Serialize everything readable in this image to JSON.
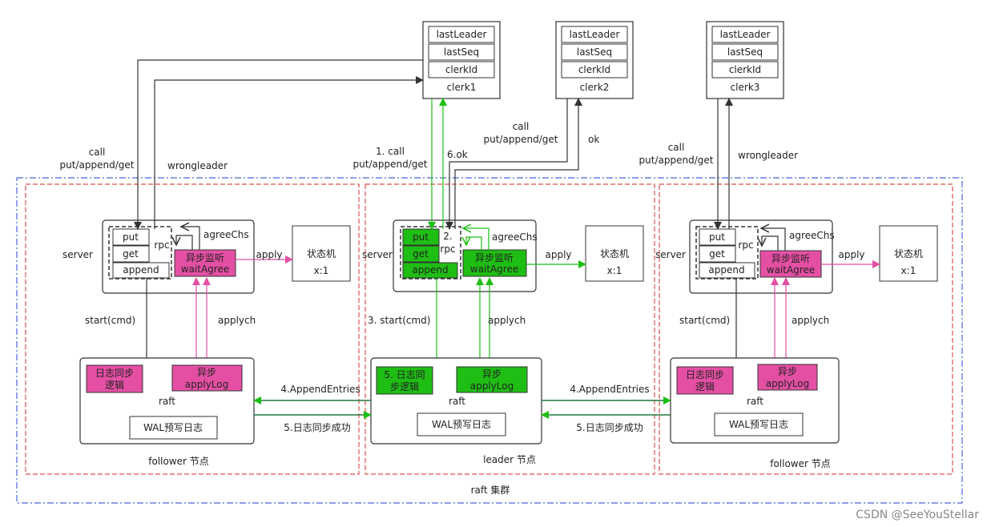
{
  "cluster": {
    "label": "raft 集群"
  },
  "clerks": [
    {
      "fields": [
        "lastLeader",
        "lastSeq",
        "clerkId"
      ],
      "name": "clerk1"
    },
    {
      "fields": [
        "lastLeader",
        "lastSeq",
        "clerkId"
      ],
      "name": "clerk2"
    },
    {
      "fields": [
        "lastLeader",
        "lastSeq",
        "clerkId"
      ],
      "name": "clerk3"
    }
  ],
  "nodes": [
    {
      "role_label": "follower 节点",
      "server_label": "server",
      "ops": [
        "put",
        "get",
        "append"
      ],
      "rpc": "rpc",
      "agree": "agreeChs",
      "async_monitor": [
        "异步监听",
        "waitAgree"
      ],
      "apply": "apply",
      "state_machine": [
        "状态机",
        "x:1"
      ],
      "start": "start(cmd)",
      "applych": "applych",
      "log_sync": [
        "日志同步",
        "逻辑"
      ],
      "async_apply": [
        "异步",
        "applyLog"
      ],
      "raft": "raft",
      "wal": "WAL预写日志",
      "call": [
        "call",
        "put/append/get"
      ],
      "reply": "wrongleader"
    },
    {
      "role_label": "leader 节点",
      "server_label": "server",
      "ops": [
        "put",
        "get",
        "append"
      ],
      "rpc": [
        "2.",
        "rpc"
      ],
      "agree": "agreeChs",
      "async_monitor": [
        "异步监听",
        "waitAgree"
      ],
      "apply": "apply",
      "state_machine": [
        "状态机",
        "x:1"
      ],
      "start": "3. start(cmd)",
      "applych": "applych",
      "log_sync": [
        "5. 日志同",
        "步逻辑"
      ],
      "async_apply": [
        "异步",
        "applyLog"
      ],
      "raft": "raft",
      "wal": "WAL预写日志",
      "call": [
        "1. call",
        "put/append/get"
      ],
      "reply": "6.ok",
      "clerk2_call": [
        "call",
        "put/append/get"
      ],
      "clerk2_reply": "ok"
    },
    {
      "role_label": "follower 节点",
      "server_label": "server",
      "ops": [
        "put",
        "get",
        "append"
      ],
      "rpc": "rpc",
      "agree": "agreeChs",
      "async_monitor": [
        "异步监听",
        "waitAgree"
      ],
      "apply": "apply",
      "state_machine": [
        "状态机",
        "x:1"
      ],
      "start": "start(cmd)",
      "applych": "applych",
      "log_sync": [
        "日志同步",
        "逻辑"
      ],
      "async_apply": [
        "异步",
        "applyLog"
      ],
      "raft": "raft",
      "wal": "WAL预写日志",
      "call": [
        "call",
        "put/append/get"
      ],
      "reply": "wrongleader"
    }
  ],
  "replication": {
    "left": {
      "append": "4.AppendEntries",
      "success": "5.日志同步成功"
    },
    "right": {
      "append": "4.AppendEntries",
      "success": "5.日志同步成功"
    }
  },
  "watermark": "CSDN @SeeYouStellar",
  "colors": {
    "leader_green": "#1fbe14",
    "magenta": "#e44fa4",
    "red_dash": "#e05050",
    "blue_dash": "#4a63d8"
  }
}
